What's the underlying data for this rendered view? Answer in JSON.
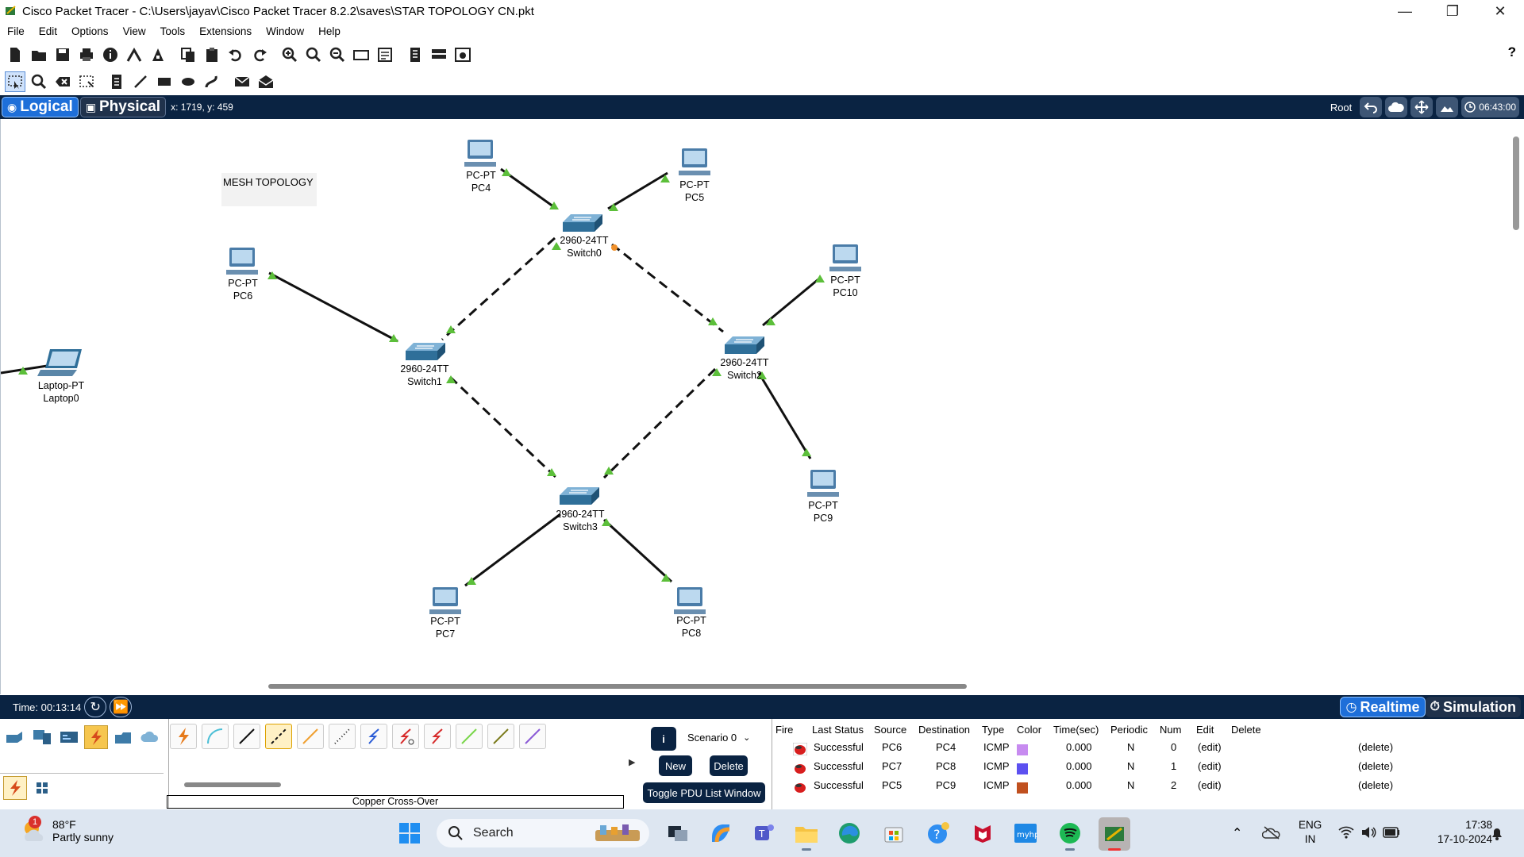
{
  "window": {
    "title": "Cisco Packet Tracer - C:\\Users\\jayav\\Cisco Packet Tracer 8.2.2\\saves\\STAR TOPOLOGY CN.pkt",
    "controls": [
      "minimize-icon",
      "restore-icon",
      "close-icon"
    ]
  },
  "menu": [
    "File",
    "Edit",
    "Options",
    "View",
    "Tools",
    "Extensions",
    "Window",
    "Help"
  ],
  "viewbar": {
    "logical": "Logical",
    "physical": "Physical",
    "coords": "x: 1719, y: 459",
    "root": "Root",
    "clock": "06:43:00"
  },
  "workspace": {
    "note": "MESH TOPOLOGY",
    "devices": [
      {
        "id": "pc4",
        "type": "PC-PT",
        "name": "PC4"
      },
      {
        "id": "pc5",
        "type": "PC-PT",
        "name": "PC5"
      },
      {
        "id": "pc6",
        "type": "PC-PT",
        "name": "PC6"
      },
      {
        "id": "pc10",
        "type": "PC-PT",
        "name": "PC10"
      },
      {
        "id": "pc9",
        "type": "PC-PT",
        "name": "PC9"
      },
      {
        "id": "pc7",
        "type": "PC-PT",
        "name": "PC7"
      },
      {
        "id": "pc8",
        "type": "PC-PT",
        "name": "PC8"
      },
      {
        "id": "switch0",
        "type": "2960-24TT",
        "name": "Switch0"
      },
      {
        "id": "switch1",
        "type": "2960-24TT",
        "name": "Switch1"
      },
      {
        "id": "switch2",
        "type": "2960-24TT",
        "name": "Switch2"
      },
      {
        "id": "switch3",
        "type": "2960-24TT",
        "name": "Switch3"
      },
      {
        "id": "laptop0",
        "type": "Laptop-PT",
        "name": "Laptop0"
      }
    ]
  },
  "timebar": {
    "time": "Time: 00:13:14",
    "realtime": "Realtime",
    "simulation": "Simulation"
  },
  "connections": {
    "selected_name": "Copper Cross-Over"
  },
  "scenario": {
    "select": "Scenario 0",
    "new": "New",
    "delete": "Delete",
    "toggle": "Toggle PDU List Window"
  },
  "pdu": {
    "headers": [
      "Fire",
      "Last Status",
      "Source",
      "Destination",
      "Type",
      "Color",
      "Time(sec)",
      "Periodic",
      "Num",
      "Edit",
      "Delete"
    ],
    "rows": [
      {
        "status": "Successful",
        "source": "PC6",
        "destination": "PC4",
        "type": "ICMP",
        "color": "#c78bf0",
        "time": "0.000",
        "periodic": "N",
        "num": "0",
        "edit": "(edit)",
        "delete": "(delete)"
      },
      {
        "status": "Successful",
        "source": "PC7",
        "destination": "PC8",
        "type": "ICMP",
        "color": "#5c50f0",
        "time": "0.000",
        "periodic": "N",
        "num": "1",
        "edit": "(edit)",
        "delete": "(delete)"
      },
      {
        "status": "Successful",
        "source": "PC5",
        "destination": "PC9",
        "type": "ICMP",
        "color": "#c0501f",
        "time": "0.000",
        "periodic": "N",
        "num": "2",
        "edit": "(edit)",
        "delete": "(delete)"
      }
    ]
  },
  "taskbar": {
    "weather_temp": "88°F",
    "weather_desc": "Partly sunny",
    "weather_badge": "1",
    "search": "Search",
    "lang_top": "ENG",
    "lang_bottom": "IN",
    "time": "17:38",
    "date": "17-10-2024"
  }
}
